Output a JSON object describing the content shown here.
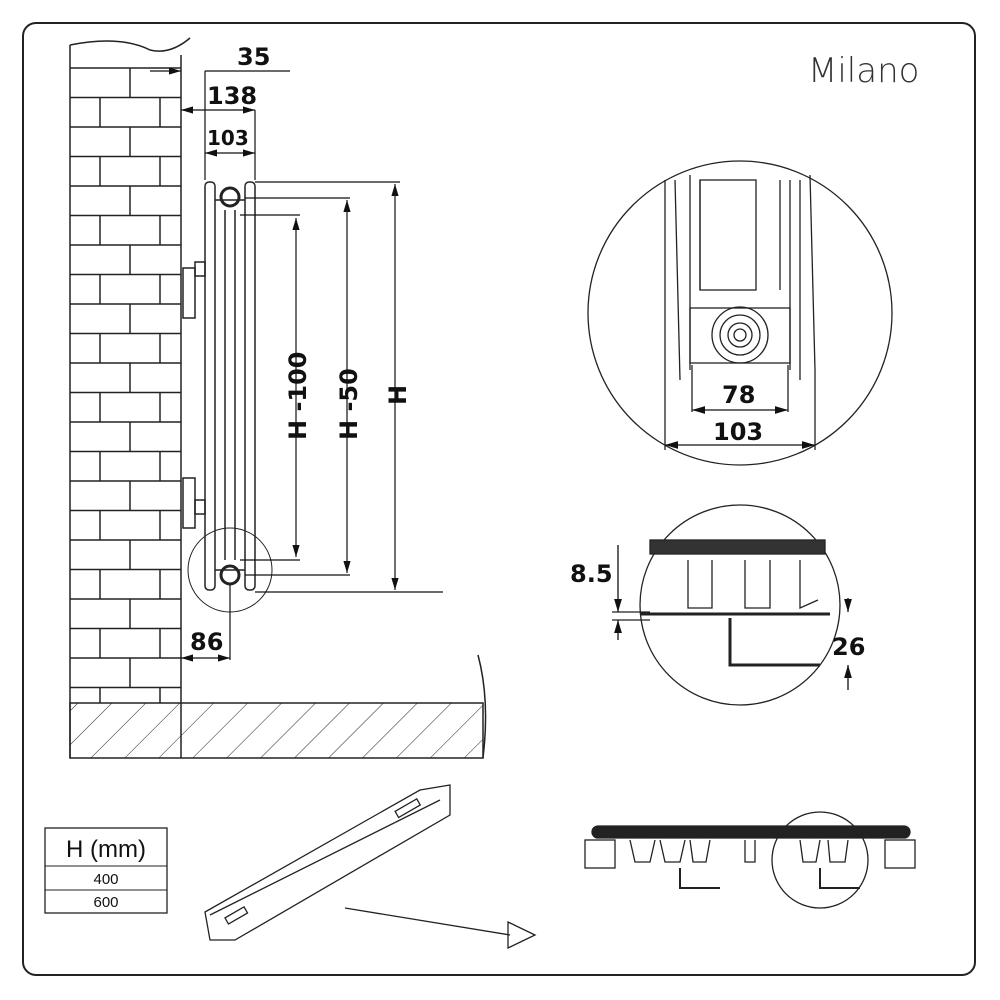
{
  "brand": "Milano",
  "dimensions": {
    "wall_gap": "35",
    "total_depth": "138",
    "radiator_depth": "103",
    "h_minus_100": "H -100",
    "h_minus_50": "H -50",
    "h": "H",
    "floor_offset": "86",
    "detail_pipe_spacing": "78",
    "detail_depth": "103",
    "fin_thickness": "8.5",
    "fin_height": "26"
  },
  "table": {
    "header": "H (mm)",
    "rows": [
      "400",
      "600"
    ]
  }
}
